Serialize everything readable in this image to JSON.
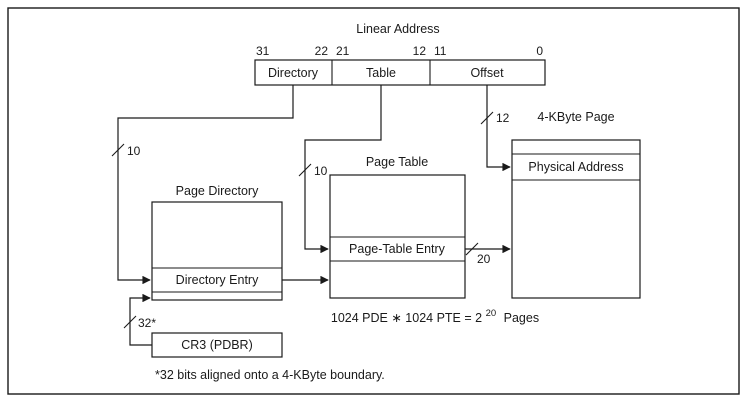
{
  "diagram": {
    "title": "Linear Address",
    "colors": {
      "ink": "#1a1a1a",
      "background": "#ffffff"
    },
    "linear_address": {
      "bit_labels": [
        "31",
        "22",
        "21",
        "12",
        "11",
        "0"
      ],
      "fields": [
        "Directory",
        "Table",
        "Offset"
      ]
    },
    "boxes": {
      "page_directory": {
        "label": "Page Directory",
        "entry": "Directory Entry"
      },
      "page_table": {
        "label": "Page Table",
        "entry": "Page-Table Entry"
      },
      "page_4k": {
        "label": "4-KByte Page",
        "entry": "Physical Address"
      },
      "cr3": {
        "label": "CR3 (PDBR)"
      }
    },
    "bus_widths": {
      "directory_bits": "10",
      "table_bits": "10",
      "offset_bits": "12",
      "pte_bits": "20",
      "cr3_bits": "32*"
    },
    "equation": {
      "prefix": "1024 PDE ∗ 1024 PTE = 2",
      "exponent": "20",
      "suffix": "Pages"
    },
    "footnote": "*32 bits aligned onto a 4-KByte boundary."
  }
}
